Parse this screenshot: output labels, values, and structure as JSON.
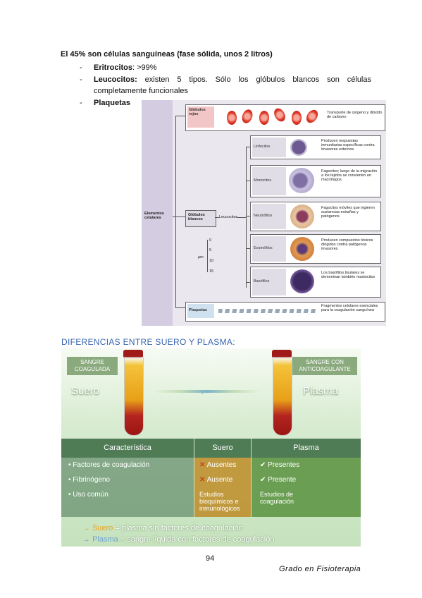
{
  "text": {
    "intro": "El 45% son células sanguíneas (fase sólida, unos 2 litros)",
    "b1_label": "Eritrocitos",
    "b1_value": ": >99%",
    "b2_label": "Leucocitos:",
    "b2_value": " existen 5 tipos. Sólo los glóbulos blancos son células completamente funcionales",
    "b3_label": "Plaquetas",
    "section_title": "DIFERENCIAS ENTRE SUERO Y PLASMA:",
    "page_number": "94",
    "footer": "Grado en Fisioterapia"
  },
  "diagram": {
    "root": "Elementos celulares",
    "rbc": "Glóbulos rojos",
    "rbc_desc": "Transporte de oxígeno y dióxido de carbono",
    "wbc": "Glóbulos blancos",
    "wbc_sub": "Leucocitos",
    "platelets": "Plaquetas",
    "platelets_desc": "Fragmentos celulares esenciales para la coagulación sanguínea",
    "scale_unit": "µm",
    "scale_ticks": [
      "0",
      "5",
      "10",
      "15"
    ],
    "cells": [
      {
        "name": "Linfocitos",
        "desc": "Producen respuestas inmunitarias específicas contra invasores externos"
      },
      {
        "name": "Monocitos",
        "desc": "Fagocitos; luego de la migración a los tejidos se convierten en macrófagos"
      },
      {
        "name": "Neutrófilos",
        "desc": "Fagocitos móviles que ingieren sustancias extrañas y patógenos"
      },
      {
        "name": "Eosinófilos",
        "desc": "Producen compuestos tóxicos dirigidos contra patógenos invasores"
      },
      {
        "name": "Basófilos",
        "desc": "Los basófilos tisulares se denominan también mastocitos"
      }
    ]
  },
  "panel": {
    "left_badge": "SANGRE COAGULADA",
    "right_badge": "SANGRE CON ANTICOAGULANTE",
    "left_title": "Suero",
    "right_title": "Plasma",
    "headers": [
      "Característica",
      "Suero",
      "Plasma"
    ],
    "rows": [
      {
        "feature": "• Factores de coagulación",
        "suero": "Ausentes",
        "plasma": "Presentes"
      },
      {
        "feature": "• Fibrinógeno",
        "suero": "Ausente",
        "plasma": "Presente"
      },
      {
        "feature": "• Uso común",
        "suero": "Estudios bioquímicos e inmunológicos",
        "plasma": "Estudios de coagulación"
      }
    ],
    "legend1_term": "Suero",
    "legend1_def": " = plasma sin factores de coagulación",
    "legend2_term": "Plasma",
    "legend2_def": " = sangre líquida con factores de coagulación",
    "colors": {
      "header": "#4f7b55",
      "suero_col": "#b68a2e",
      "plasma_col": "#5c8f47",
      "accent": "#f2a21a"
    }
  }
}
